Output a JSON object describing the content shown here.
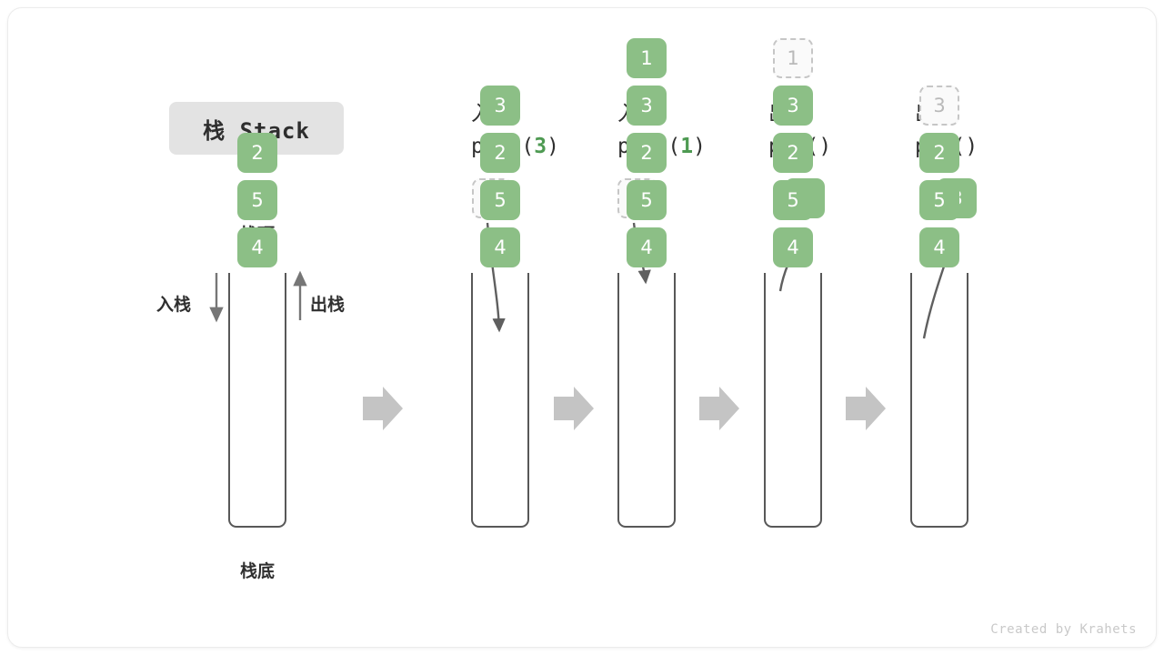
{
  "title": {
    "label": "栈 Stack"
  },
  "credit": {
    "text": "Created by Krahets"
  },
  "anchors": {
    "top_label": "栈顶",
    "bottom_label": "栈底",
    "push_label": "入栈",
    "pop_label": "出栈"
  },
  "colors": {
    "element_green": "#8cbf86",
    "element_text": "#ffffff",
    "ghost_fill": "#fafafa",
    "ghost_border": "#c6c6c6",
    "ghost_text": "#b9b9b9",
    "frame_stroke": "#585858",
    "arrow_gray": "#5f5f5f",
    "transition_arrow": "#c4c4c4",
    "pill_bg": "#e3e3e3",
    "code_number": "#4e9a52"
  },
  "stacks": [
    {
      "id": "initial",
      "caption_cn": "",
      "caption_code": "",
      "code_arg": "",
      "items": [
        {
          "value": "4",
          "state": "solid"
        },
        {
          "value": "5",
          "state": "solid"
        },
        {
          "value": "2",
          "state": "solid"
        }
      ],
      "floating": null
    },
    {
      "id": "push-3",
      "caption_cn": "入栈",
      "caption_code_prefix": "push(",
      "code_arg": "3",
      "caption_code_suffix": ")",
      "items": [
        {
          "value": "4",
          "state": "solid"
        },
        {
          "value": "5",
          "state": "solid"
        },
        {
          "value": "2",
          "state": "solid"
        },
        {
          "value": "3",
          "state": "solid"
        }
      ],
      "floating": {
        "value": "3",
        "state": "ghost",
        "direction": "in"
      }
    },
    {
      "id": "push-1",
      "caption_cn": "入栈",
      "caption_code_prefix": "push(",
      "code_arg": "1",
      "caption_code_suffix": ")",
      "items": [
        {
          "value": "4",
          "state": "solid"
        },
        {
          "value": "5",
          "state": "solid"
        },
        {
          "value": "2",
          "state": "solid"
        },
        {
          "value": "3",
          "state": "solid"
        },
        {
          "value": "1",
          "state": "solid"
        }
      ],
      "floating": {
        "value": "1",
        "state": "ghost",
        "direction": "in"
      }
    },
    {
      "id": "pop-1",
      "caption_cn": "出栈",
      "caption_code_prefix": "pop(",
      "code_arg": "",
      "caption_code_suffix": ")",
      "items": [
        {
          "value": "4",
          "state": "solid"
        },
        {
          "value": "5",
          "state": "solid"
        },
        {
          "value": "2",
          "state": "solid"
        },
        {
          "value": "3",
          "state": "solid"
        },
        {
          "value": "1",
          "state": "ghost"
        }
      ],
      "floating": {
        "value": "1",
        "state": "solid",
        "direction": "out"
      }
    },
    {
      "id": "pop-3",
      "caption_cn": "出栈",
      "caption_code_prefix": "pop(",
      "code_arg": "",
      "caption_code_suffix": ")",
      "items": [
        {
          "value": "4",
          "state": "solid"
        },
        {
          "value": "5",
          "state": "solid"
        },
        {
          "value": "2",
          "state": "solid"
        },
        {
          "value": "3",
          "state": "ghost"
        }
      ],
      "floating": {
        "value": "3",
        "state": "solid",
        "direction": "out"
      }
    }
  ]
}
